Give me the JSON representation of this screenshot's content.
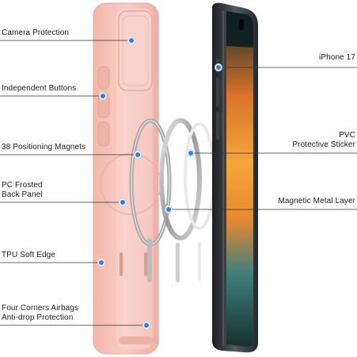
{
  "labels": {
    "camera_protection": "Camera Protection",
    "independent_buttons": "Independent Buttons",
    "positioning_magnets": "38 Positioning Magnets",
    "frosted_back_line1": "PC Frosted",
    "frosted_back_line2": "Back Panel",
    "tpu_soft_edge": "TPU Soft Edge",
    "airbags_line1": "Four Corners Airbags",
    "airbags_line2": "Anti-drop Protection",
    "iphone_model": "iPhone 17",
    "pvc_line1": "PVC",
    "pvc_line2": "Protective Sticker",
    "magnetic_metal_layer": "Magnetic Metal Layer"
  },
  "colors": {
    "case_pink": "#f6c4bb",
    "case_pink_dark": "#e7aa9f",
    "callout_dot": "#2f7fe0",
    "callout_line": "#333333",
    "phone_frame": "#2c2f33",
    "screen_dark": "#0d1a1a",
    "wallpaper_orange": "#f29a2a",
    "wallpaper_teal": "#4a8a86"
  },
  "icons": {
    "callout_marker": "blue-dot-icon"
  }
}
